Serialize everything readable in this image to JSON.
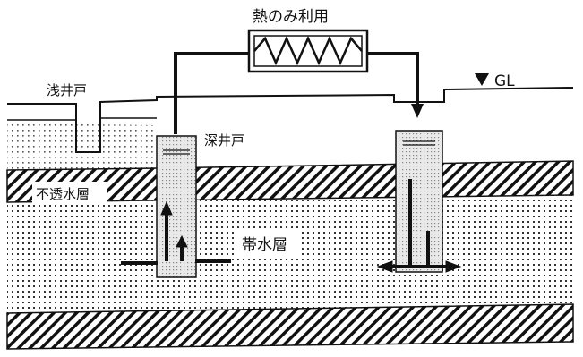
{
  "labels": {
    "heat_use": "熱のみ利用",
    "shallow_well": "浅井戸",
    "deep_well": "深井戸",
    "ground_level": "GL",
    "impermeable_layer": "不透水層",
    "aquifer": "帯水層"
  },
  "colors": {
    "ink": "#111111",
    "paper": "#ffffff",
    "dot": "#333333"
  },
  "icons": {
    "ground_level_marker": "down-triangle"
  }
}
